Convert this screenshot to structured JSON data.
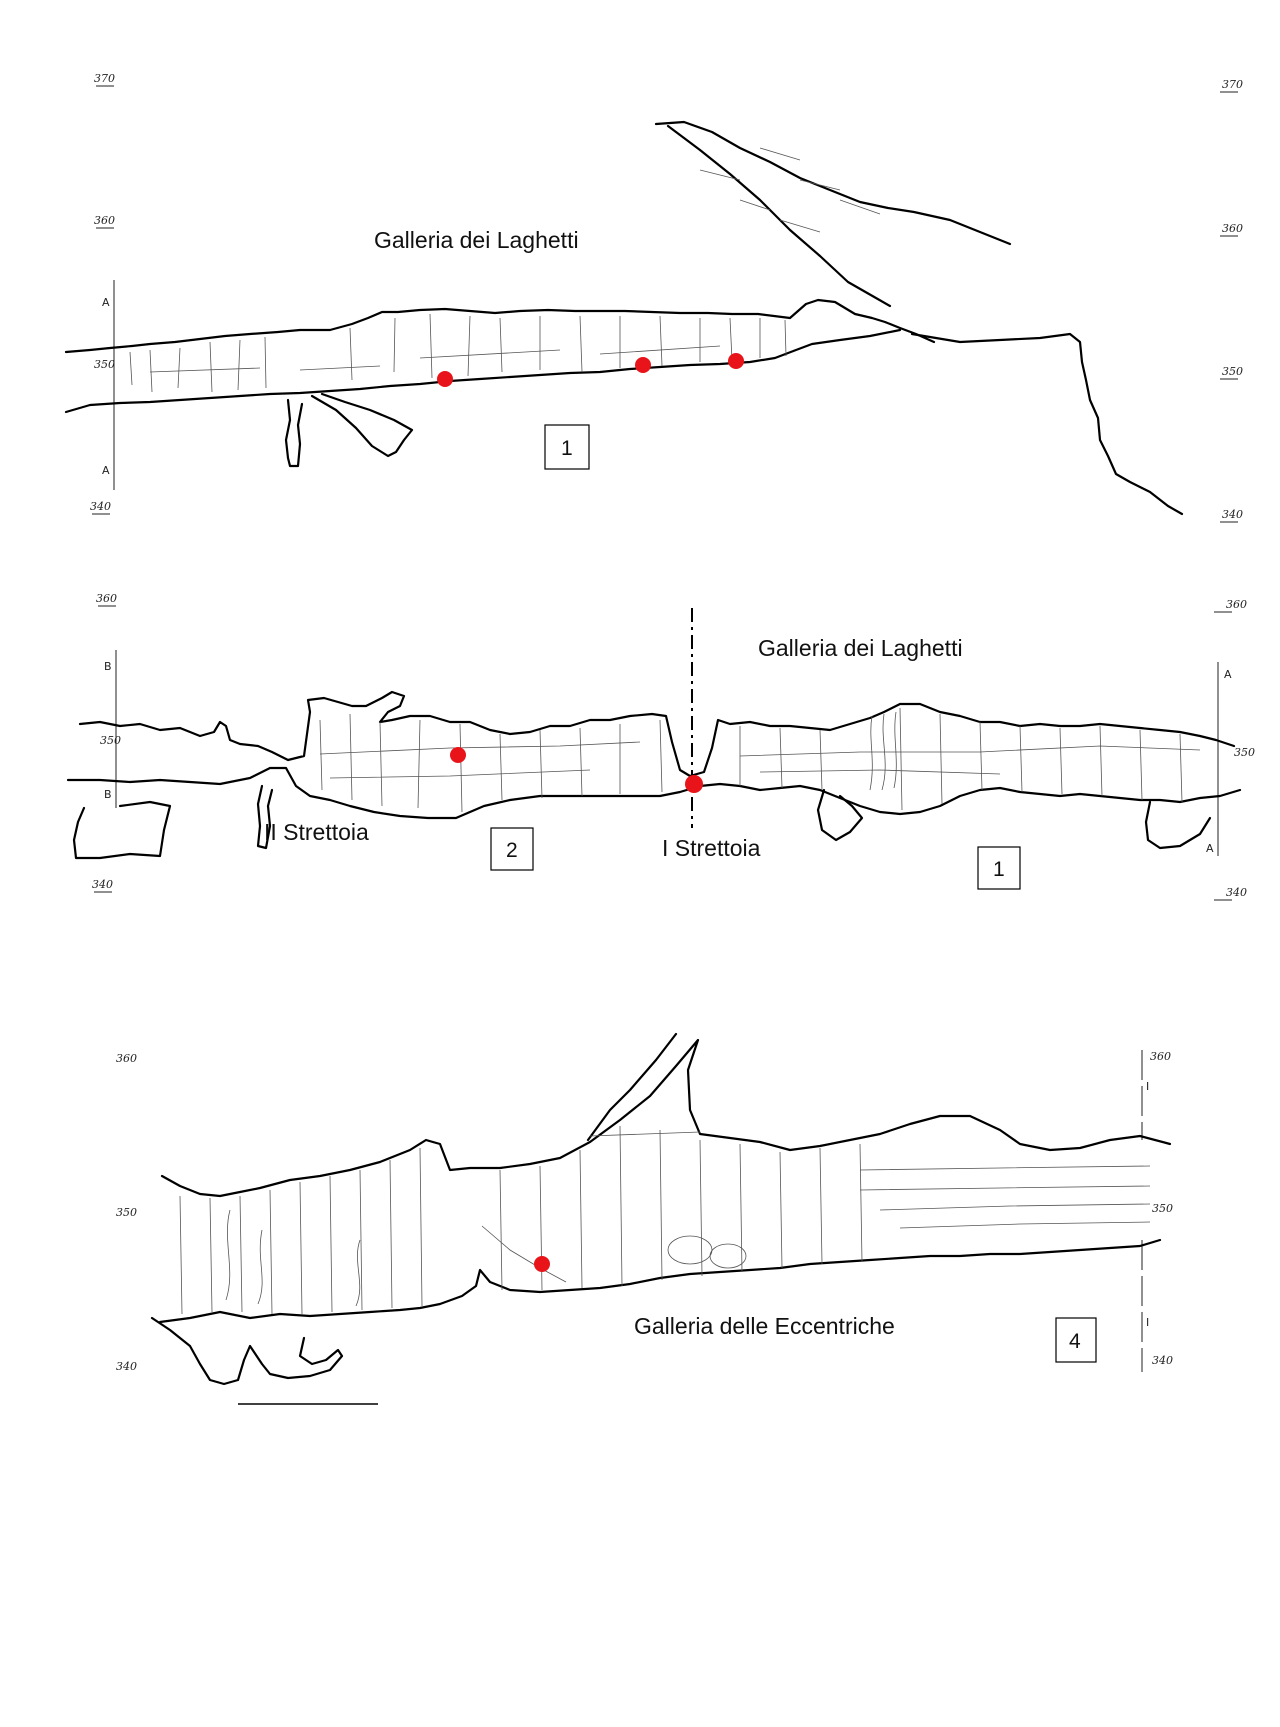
{
  "colors": {
    "ink": "#000000",
    "marker": "#e8141a",
    "paper": "#ffffff"
  },
  "panels": [
    {
      "id": "p1",
      "title": "Galleria dei Laghetti",
      "box_label": "1",
      "ticks_left": [
        "370",
        "360",
        "350",
        "340"
      ],
      "ticks_right": [
        "370",
        "360",
        "350",
        "340"
      ],
      "section_marks": [
        "A",
        "A"
      ]
    },
    {
      "id": "p2",
      "title": "Galleria dei Laghetti",
      "labels": [
        "II Strettoia",
        "I Strettoia"
      ],
      "box_labels": [
        "2",
        "1"
      ],
      "ticks_left": [
        "360",
        "350",
        "340"
      ],
      "ticks_right": [
        "360",
        "350",
        "340"
      ],
      "section_marks": [
        "B",
        "B",
        "A",
        "A"
      ]
    },
    {
      "id": "p3",
      "title": "Galleria delle Eccentriche",
      "box_label": "4",
      "ticks_left": [
        "360",
        "350",
        "340"
      ],
      "ticks_right": [
        "360",
        "350",
        "340"
      ],
      "section_marks": [
        "I",
        "I"
      ]
    }
  ]
}
